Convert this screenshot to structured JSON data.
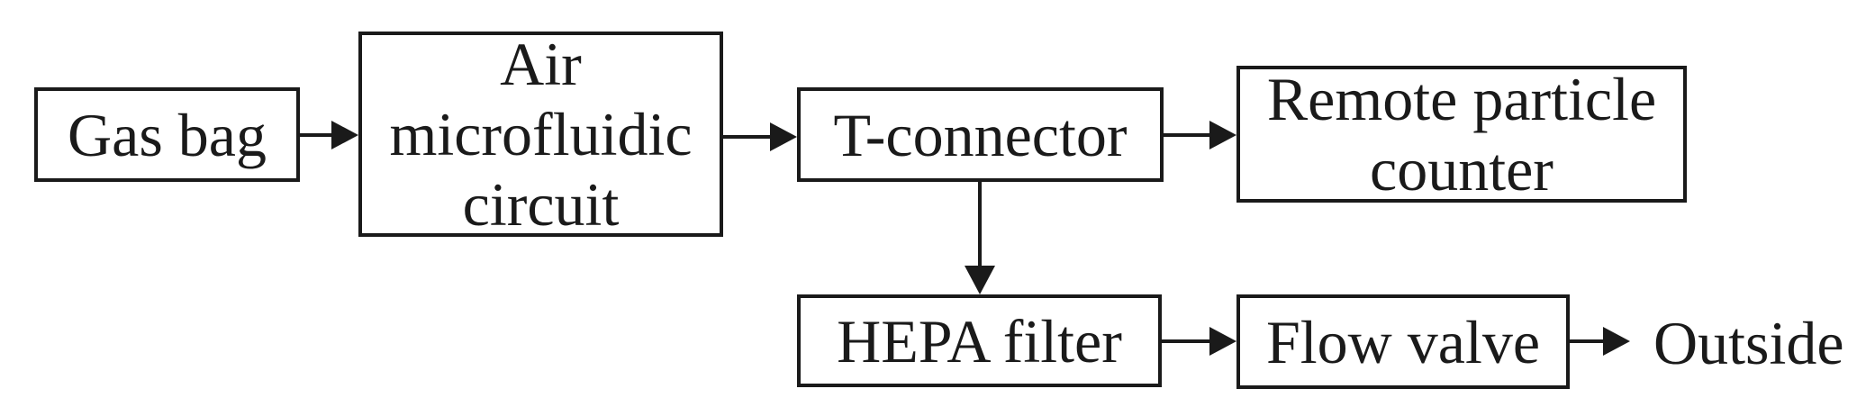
{
  "colors": {
    "ink": "#1a1a1a",
    "background": "#ffffff"
  },
  "nodes": {
    "gas_bag": {
      "label": "Gas bag"
    },
    "air_circuit": {
      "label": "Air\nmicrofluidic\ncircuit"
    },
    "t_connector": {
      "label": "T-connector"
    },
    "remote_counter": {
      "label": "Remote particle\ncounter"
    },
    "hepa_filter": {
      "label": "HEPA filter"
    },
    "flow_valve": {
      "label": "Flow valve"
    },
    "outside": {
      "label": "Outside"
    }
  },
  "connections": [
    {
      "from": "Gas bag",
      "to": "Air microfluidic circuit"
    },
    {
      "from": "Air microfluidic circuit",
      "to": "T-connector"
    },
    {
      "from": "T-connector",
      "to": "Remote particle counter"
    },
    {
      "from": "T-connector",
      "to": "HEPA filter"
    },
    {
      "from": "HEPA filter",
      "to": "Flow valve"
    },
    {
      "from": "Flow valve",
      "to": "Outside"
    }
  ]
}
